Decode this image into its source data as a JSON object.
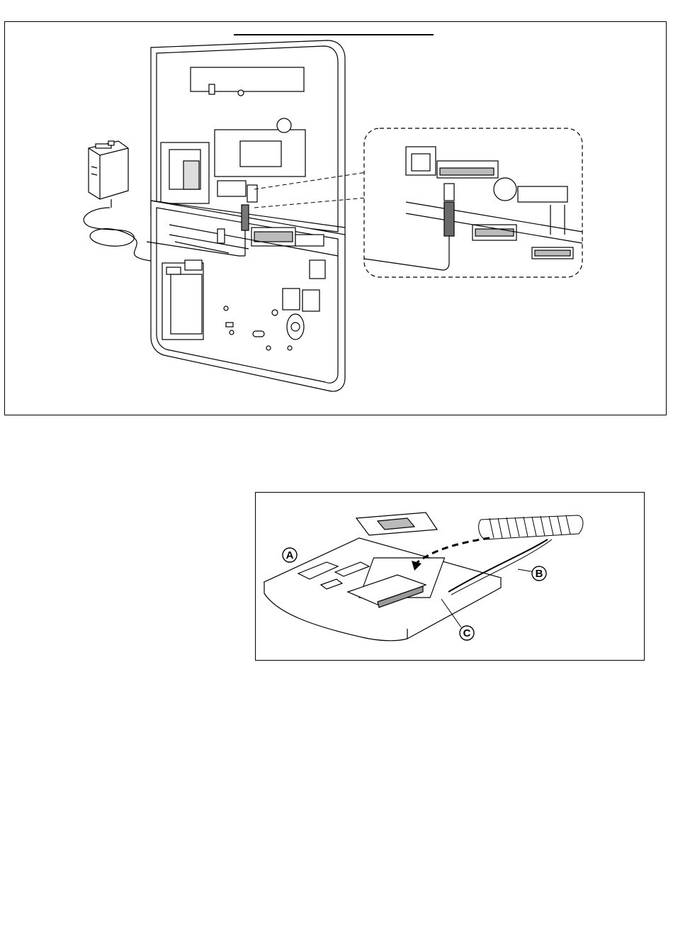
{
  "figure1": {
    "caption": ""
  },
  "figure2": {
    "callouts": [
      {
        "id": "a",
        "letter": "A"
      },
      {
        "id": "b",
        "letter": "B"
      },
      {
        "id": "c",
        "letter": "C"
      }
    ]
  }
}
